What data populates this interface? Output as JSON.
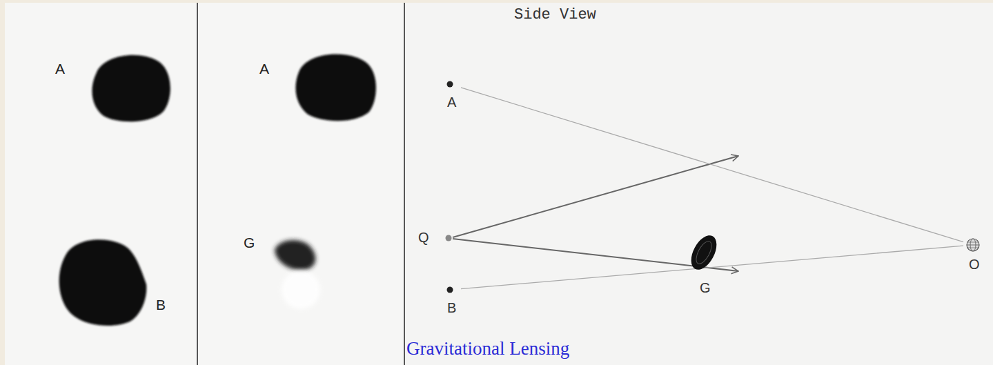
{
  "diagram": {
    "title": "Side View",
    "caption": "Gravitational Lensing",
    "nodes": [
      {
        "text": [
          "A"
        ]
      },
      {
        "text": [
          "Q"
        ]
      },
      {
        "text": [
          "B"
        ]
      },
      {
        "text": [
          "G"
        ]
      },
      {
        "text": [
          "O"
        ]
      }
    ],
    "edges": [
      {
        "from": 0,
        "to": 4,
        "arrow": "none"
      },
      {
        "from": 2,
        "to": 4,
        "arrow": "none"
      }
    ],
    "labels": [
      "A",
      "B",
      "A",
      "G"
    ]
  }
}
